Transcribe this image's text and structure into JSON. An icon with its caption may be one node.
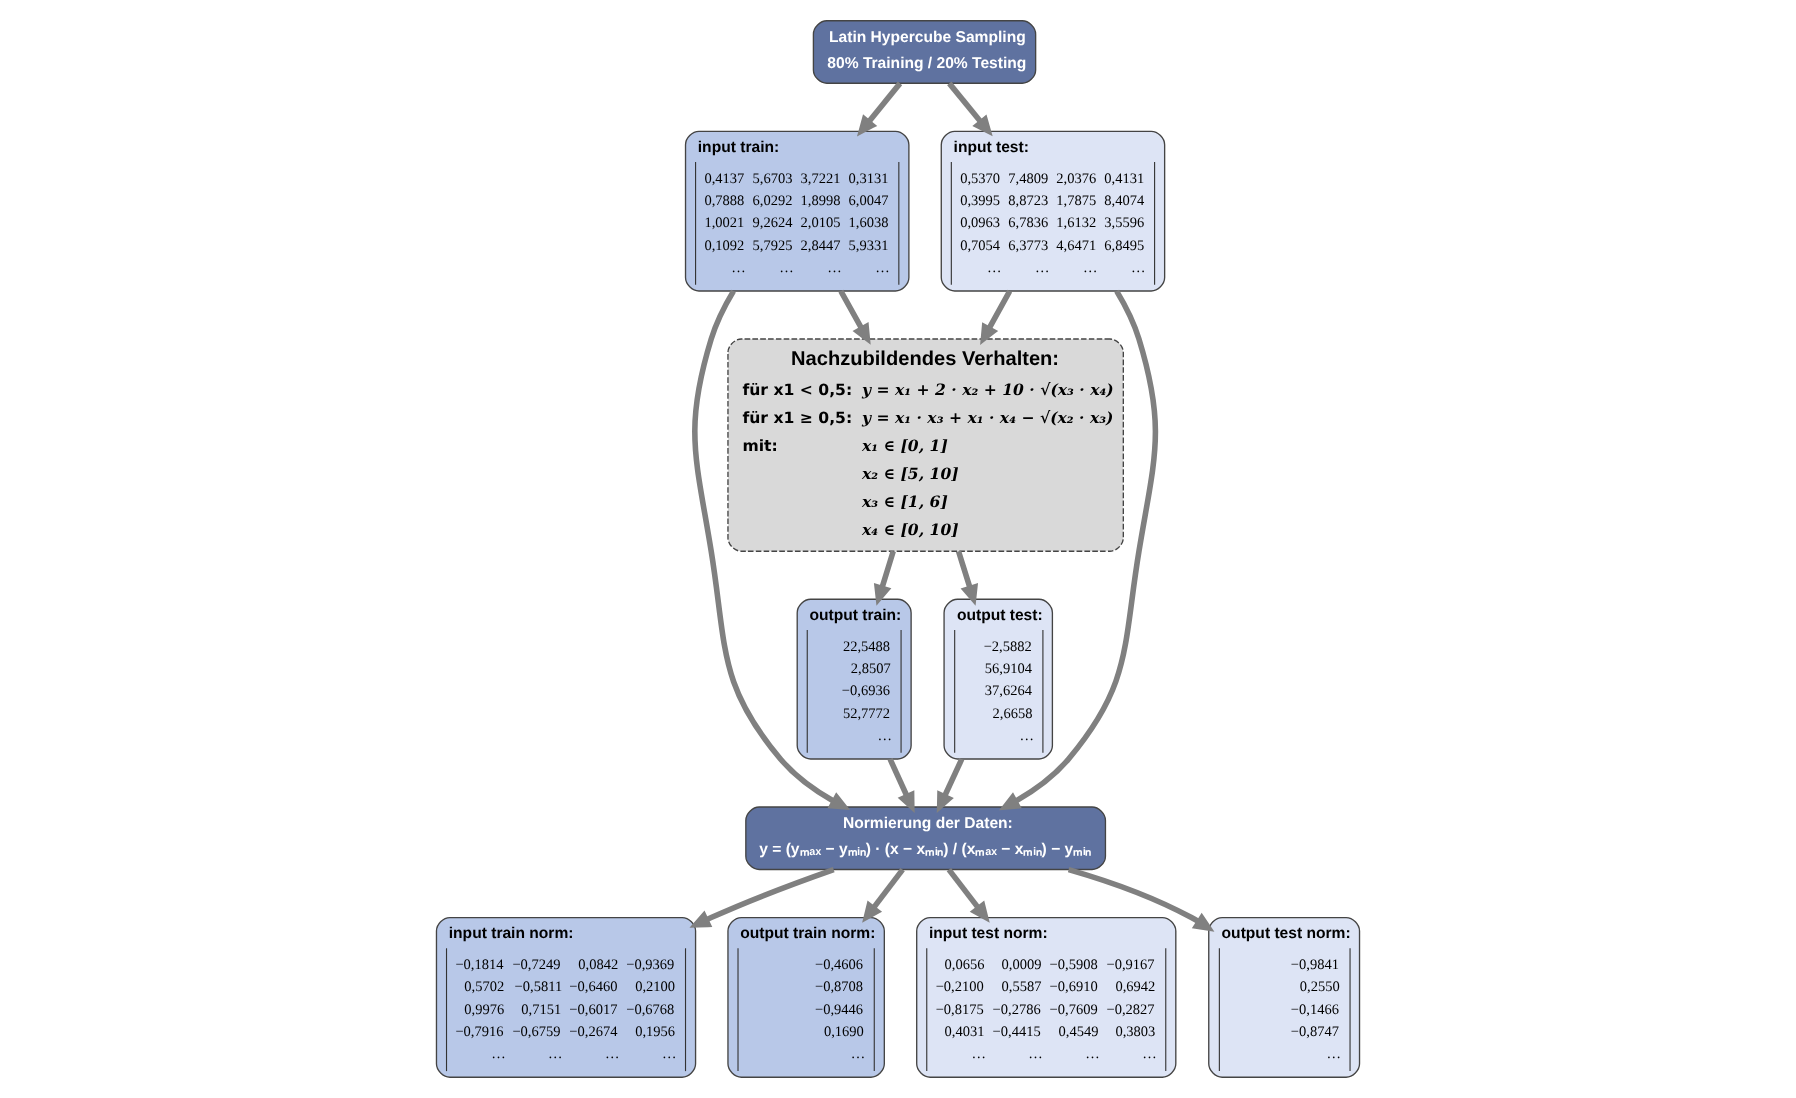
{
  "diagram": {
    "nodes": [
      {
        "text": [
          "Latin Hypercube Sampling",
          "80% Training / 20% Testing"
        ]
      },
      {
        "text": [
          "input train:",
          "0,4137 5,6703 3,7221 0,3131",
          "0,7888 6,0292 1,8998 6,0047",
          "1,0021 9,2624 2,0105 1,6038",
          "0,1092 5,7925 2,8447 5,9331",
          "… … … …"
        ]
      },
      {
        "text": [
          "input test:",
          "0,5370 7,4809 2,0376 0,4131",
          "0,3995 8,8723 1,7875 8,4074",
          "0,0963 6,7836 1,6132 3,5596",
          "0,7054 6,3773 4,6471 6,8495",
          "… … … …"
        ]
      },
      {
        "text": [
          "Nachzubildendes Verhalten:",
          "für x1 < 0,5:",
          "y = x₁ + 2 · x₂ + 10 · √(x₃ · x₄)",
          "für x1 ≥ 0,5:",
          "y = x₁ · x₃ + x₁ · x₄ − √(x₂ · x₃)",
          "mit:",
          "x₁ ∈ [0, 1]",
          "x₂ ∈ [5, 10]",
          "x₃ ∈ [1, 6]",
          "x₄ ∈ [0, 10]"
        ]
      },
      {
        "text": [
          "output train:",
          "22,5488",
          "2,8507",
          "−0,6936",
          "52,7772",
          "…"
        ]
      },
      {
        "text": [
          "output test:",
          "−2,5882",
          "56,9104",
          "37,6264",
          "2,6658",
          "…"
        ]
      },
      {
        "text": [
          "Normierung der Daten:",
          "y = (yₘₐₓ − yₘᵢₙ) · (x − xₘᵢₙ) / (xₘₐₓ − xₘᵢₙ) − yₘᵢₙ"
        ]
      },
      {
        "text": [
          "input train norm:",
          "−0,1814 −0,7249 0,0842 −0,9369",
          "0,5702 −0,5811 −0,6460 0,2100",
          "0,9976 0,7151 −0,6017 −0,6768",
          "−0,7916 −0,6759 −0,2674 0,1956",
          "… … … …"
        ]
      },
      {
        "text": [
          "output train norm:",
          "−0,4606",
          "−0,8708",
          "−0,9446",
          "0,1690",
          "…"
        ]
      },
      {
        "text": [
          "input test norm:",
          "0,0656 0,0009 −0,5908 −0,9167",
          "−0,2100 0,5587 −0,6910 0,6942",
          "−0,8175 −0,2786 −0,7609 −0,2827",
          "0,4031 −0,4415 0,4549 0,3803",
          "… … … …"
        ]
      },
      {
        "text": [
          "output test norm:",
          "−0,9841",
          "0,2550",
          "−0,1466",
          "−0,8747",
          "…"
        ]
      }
    ],
    "edges": [
      {
        "from": 0,
        "to": 1,
        "arrow": "to"
      },
      {
        "from": 0,
        "to": 2,
        "arrow": "to"
      },
      {
        "from": 1,
        "to": 3,
        "arrow": "to"
      },
      {
        "from": 2,
        "to": 3,
        "arrow": "to"
      },
      {
        "from": 3,
        "to": 4,
        "arrow": "to"
      },
      {
        "from": 3,
        "to": 5,
        "arrow": "to"
      },
      {
        "from": 1,
        "to": 6,
        "arrow": "to"
      },
      {
        "from": 2,
        "to": 6,
        "arrow": "to"
      },
      {
        "from": 4,
        "to": 6,
        "arrow": "to"
      },
      {
        "from": 5,
        "to": 6,
        "arrow": "to"
      },
      {
        "from": 6,
        "to": 7,
        "arrow": "to"
      },
      {
        "from": 6,
        "to": 8,
        "arrow": "to"
      },
      {
        "from": 6,
        "to": 9,
        "arrow": "to"
      },
      {
        "from": 6,
        "to": 10,
        "arrow": "to"
      }
    ]
  }
}
